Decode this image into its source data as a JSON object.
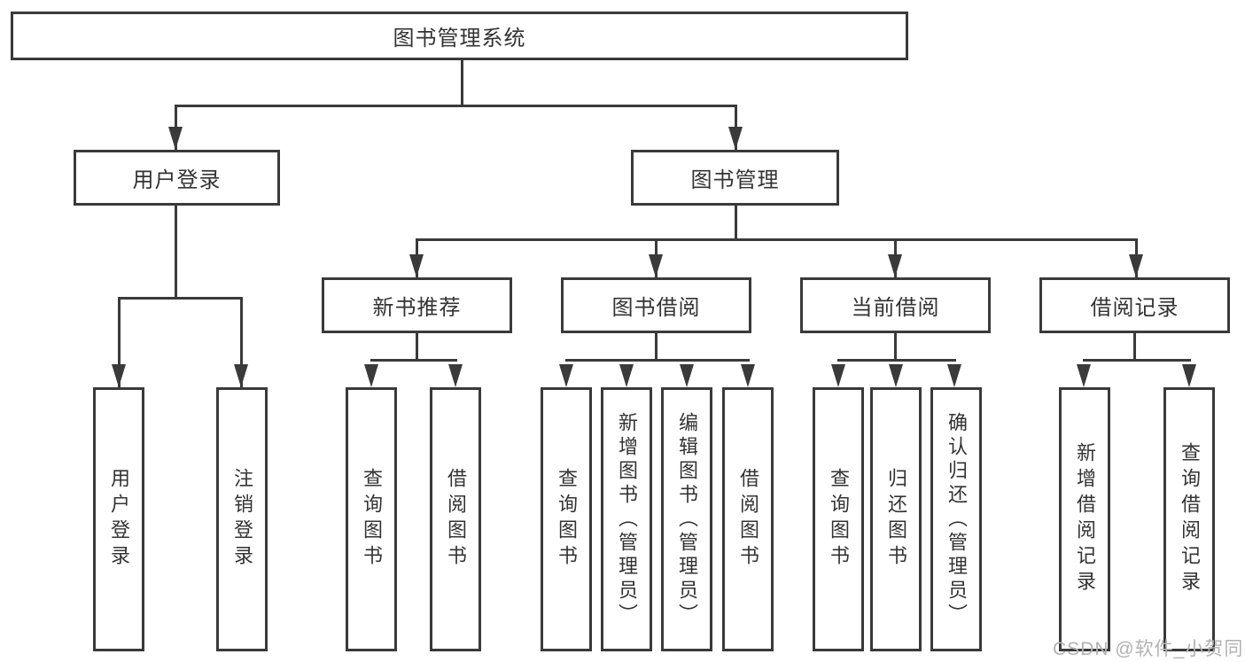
{
  "diagram": {
    "root": {
      "label": "图书管理系统"
    },
    "level2": [
      {
        "label": "用户登录"
      },
      {
        "label": "图书管理"
      }
    ],
    "level3": [
      {
        "label": "新书推荐"
      },
      {
        "label": "图书借阅"
      },
      {
        "label": "当前借阅"
      },
      {
        "label": "借阅记录"
      }
    ],
    "leaves": {
      "login": [
        "用户登录",
        "注销登录"
      ],
      "newbook": [
        "查询图书",
        "借阅图书"
      ],
      "borrow": [
        "查询图书",
        "新增图书（管理员）",
        "编辑图书（管理员）",
        "借阅图书"
      ],
      "current": [
        "查询图书",
        "归还图书",
        "确认归还（管理员）"
      ],
      "records": [
        "新增借阅记录",
        "查询借阅记录"
      ]
    }
  },
  "watermark": {
    "text": "CSDN @软件_小贺同学"
  },
  "colors": {
    "line": "#3a3a3a",
    "text": "#333333",
    "box_fill": "#ffffff",
    "watermark": "#b2b2b2"
  }
}
